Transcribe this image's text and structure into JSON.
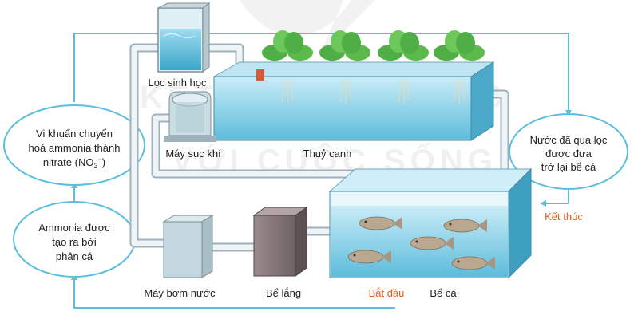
{
  "labels": {
    "loc_sinh_hoc": "Lọc sinh học",
    "may_suc_khi": "Máy sục khí",
    "thuy_canh": "Thuỷ canh",
    "may_bom_nuoc": "Máy bơm nước",
    "be_lang": "Bể lắng",
    "be_ca": "Bể cá",
    "bat_dau": "Bắt đầu",
    "ket_thuc": "Kết thúc"
  },
  "bubbles": {
    "vi_khuan": {
      "line1": "Vi khuẩn chuyển",
      "line2": "hoá ammonia thành",
      "line3": "nitrate (NO",
      "sub": "3",
      "sup": "−",
      "close": ")"
    },
    "ammonia": {
      "line1": "Ammonia được",
      "line2": "tạo ra bởi",
      "line3": "phân cá"
    },
    "nuoc_qua_loc": {
      "line1": "Nước đã qua lọc",
      "line2": "được đưa",
      "line3": "trở lại bể cá"
    }
  },
  "watermark": {
    "line1": "KẾT NỐI TRI THỨC",
    "line2": "VỚI CUỘC SỐNG"
  },
  "colors": {
    "arrow": "#5bbfdc",
    "water": "#6ec6e0",
    "water_dark": "#3aa6c9",
    "pipe": "#dfe9ee",
    "accent_label": "#e2601e",
    "plant": "#5cb94b",
    "fish": "#b9a78f"
  }
}
